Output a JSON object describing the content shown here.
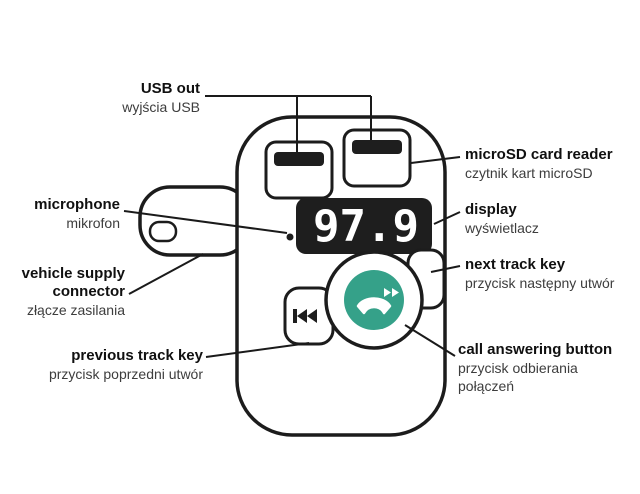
{
  "device": {
    "display_value": "97.9",
    "colors": {
      "outline": "#1c1c1c",
      "display_bg": "#1e1e1e",
      "display_text": "#ffffff",
      "button_green": "#35a189",
      "port_bar": "#1e1e1e",
      "leader_line": "#1a1a1a"
    }
  },
  "labels": {
    "usb_out": {
      "en": "USB out",
      "pl": "wyjścia USB"
    },
    "microsd": {
      "en": "microSD card reader",
      "pl": "czytnik kart microSD"
    },
    "microphone": {
      "en": "microphone",
      "pl": "mikrofon"
    },
    "display": {
      "en": "display",
      "pl": "wyświetlacz"
    },
    "vehicle_supply": {
      "en": "vehicle supply connector",
      "pl": "złącze zasilania"
    },
    "next_track": {
      "en": "next track key",
      "pl": "przycisk następny utwór"
    },
    "previous_track": {
      "en": "previous track key",
      "pl": "przycisk poprzedni utwór"
    },
    "call_answering": {
      "en": "call answering button",
      "pl": "przycisk odbierania połączeń"
    }
  }
}
